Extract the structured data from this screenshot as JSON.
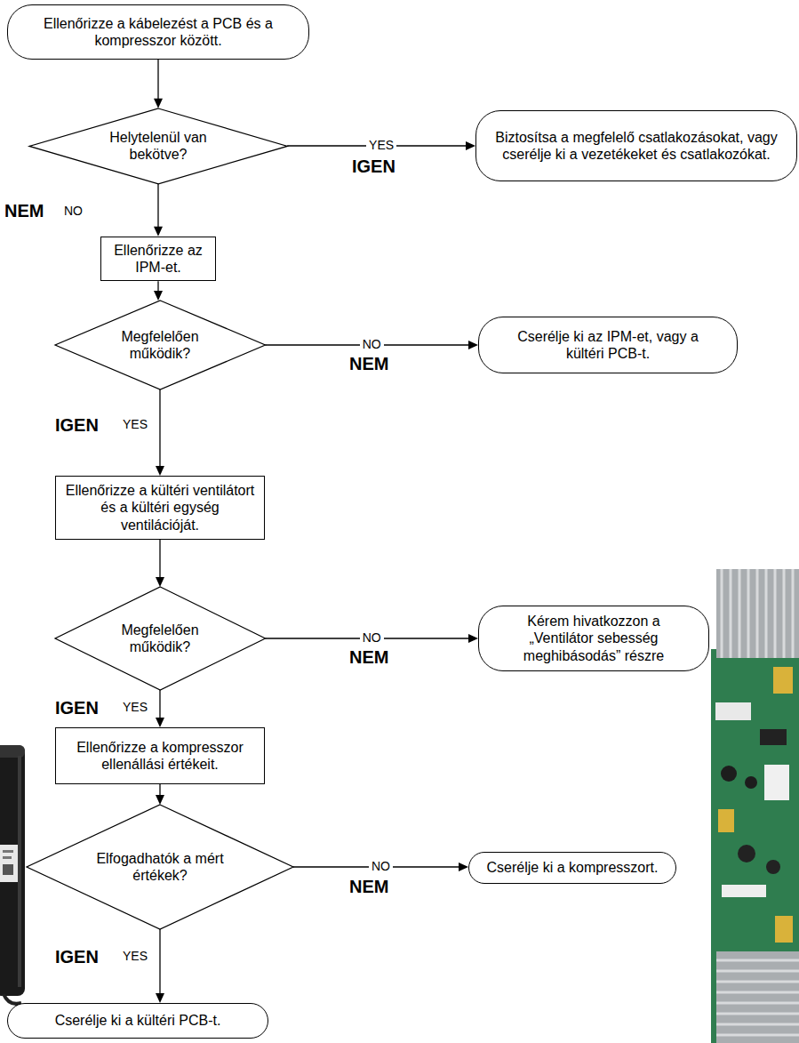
{
  "diagram": {
    "nodes": [
      {
        "text": [
          "Ellenőrizze a kábelezést a PCB és a kompresszor között."
        ]
      },
      {
        "text": [
          "Helytelenül van bekötve?"
        ]
      },
      {
        "text": [
          "Biztosítsa a megfelelő csatlakozásokat, vagy cserélje ki a vezetékeket és csatlakozókat."
        ]
      },
      {
        "text": [
          "Ellenőrizze az IPM-et."
        ]
      },
      {
        "text": [
          "Megfelelően működik?"
        ]
      },
      {
        "text": [
          "Cserélje ki az IPM-et, vagy a kültéri PCB-t."
        ]
      },
      {
        "text": [
          "Ellenőrizze a kültéri ventilátort és a kültéri egység ventilációját."
        ]
      },
      {
        "text": [
          "Megfelelően működik?"
        ]
      },
      {
        "text": [
          "Kérem hivatkozzon a „Ventilátor sebesség meghibásodás” részre"
        ]
      },
      {
        "text": [
          "Ellenőrizze a kompresszor ellenállási értékeit."
        ]
      },
      {
        "text": [
          "Elfogadhatók a mért értékek?"
        ]
      },
      {
        "text": [
          "Cserélje ki a kompresszort."
        ]
      },
      {
        "text": [
          "Cserélje ki a kültéri PCB-t."
        ]
      }
    ],
    "edges": [
      {
        "from": 0,
        "to": 1,
        "arrow": "to"
      },
      {
        "from": 1,
        "to": 2,
        "label": "YES",
        "arrow": "to"
      },
      {
        "from": 1,
        "to": 3,
        "label": "NO",
        "arrow": "to"
      },
      {
        "from": 3,
        "to": 4,
        "arrow": "to"
      },
      {
        "from": 4,
        "to": 5,
        "label": "NO",
        "arrow": "to"
      },
      {
        "from": 4,
        "to": 6,
        "label": "YES",
        "arrow": "to"
      },
      {
        "from": 6,
        "to": 7,
        "arrow": "to"
      },
      {
        "from": 7,
        "to": 8,
        "label": "NO",
        "arrow": "to"
      },
      {
        "from": 7,
        "to": 9,
        "label": "YES",
        "arrow": "to"
      },
      {
        "from": 9,
        "to": 10,
        "arrow": "to"
      },
      {
        "from": 10,
        "to": 11,
        "label": "NO",
        "arrow": "to"
      },
      {
        "from": 10,
        "to": 12,
        "label": "YES",
        "arrow": "to"
      }
    ],
    "labels": [
      "IGEN",
      "NEM",
      "NEM",
      "IGEN",
      "NEM",
      "IGEN",
      "NEM",
      "IGEN"
    ]
  }
}
